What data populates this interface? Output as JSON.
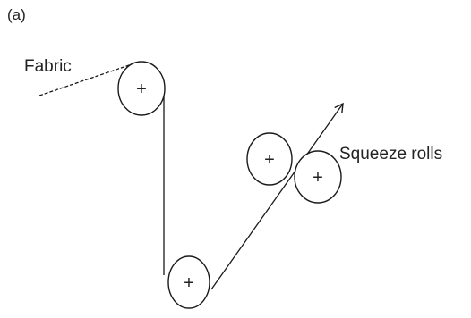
{
  "panel_label": "(a)",
  "labels": {
    "fabric": "Fabric",
    "squeeze_rolls": "Squeeze rolls"
  },
  "roller_symbol": "+",
  "colors": {
    "background": "#ffffff",
    "ink": "#1a1a1a"
  }
}
